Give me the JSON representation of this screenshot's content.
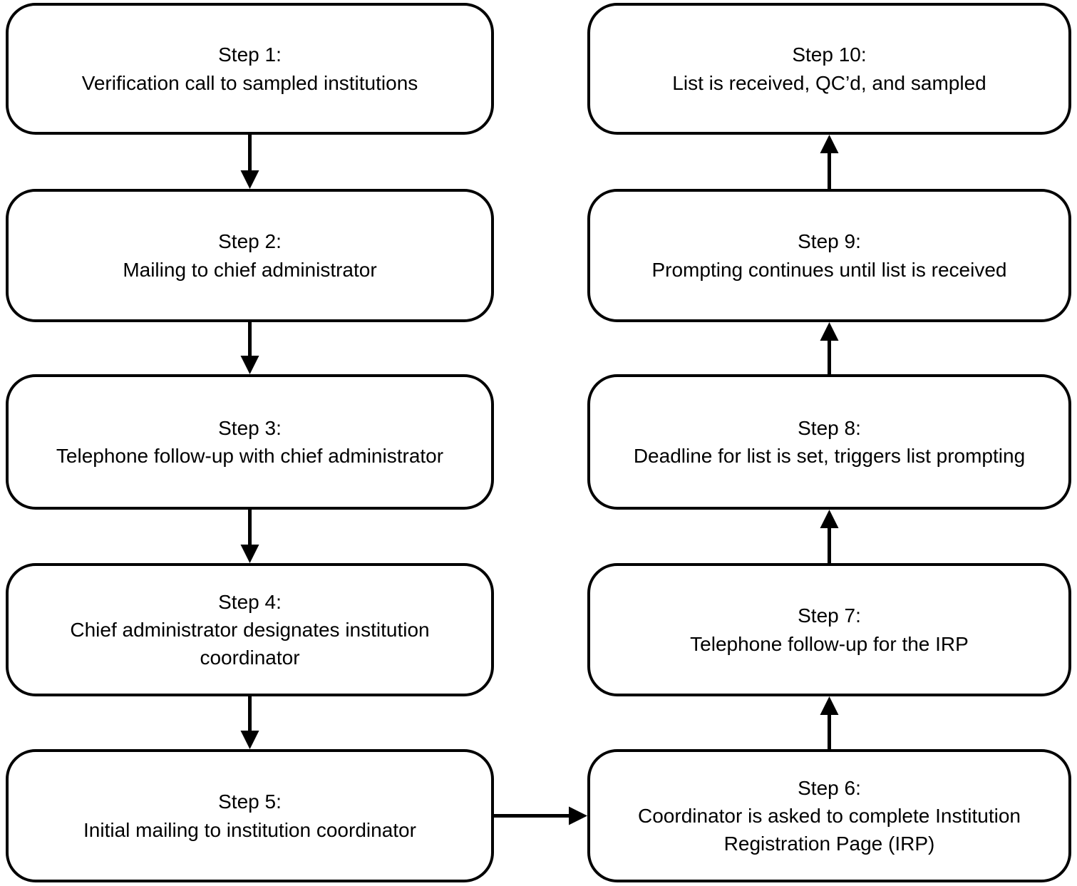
{
  "flowchart": {
    "steps": [
      {
        "id": "step-1",
        "label": "Step 1:",
        "text": "Verification call to sampled institutions"
      },
      {
        "id": "step-2",
        "label": "Step 2:",
        "text": "Mailing to chief administrator"
      },
      {
        "id": "step-3",
        "label": "Step 3:",
        "text": "Telephone follow-up with chief administrator"
      },
      {
        "id": "step-4",
        "label": "Step 4:",
        "text": "Chief administrator designates institution coordinator"
      },
      {
        "id": "step-5",
        "label": "Step 5:",
        "text": "Initial mailing to institution coordinator"
      },
      {
        "id": "step-6",
        "label": "Step 6:",
        "text": "Coordinator is asked to complete Institution Registration Page (IRP)"
      },
      {
        "id": "step-7",
        "label": "Step 7:",
        "text": "Telephone follow-up for the IRP"
      },
      {
        "id": "step-8",
        "label": "Step 8:",
        "text": "Deadline for list is set, triggers list prompting"
      },
      {
        "id": "step-9",
        "label": "Step 9:",
        "text": "Prompting continues until list is received"
      },
      {
        "id": "step-10",
        "label": "Step 10:",
        "text": "List is received, QC’d, and sampled"
      }
    ],
    "connections": [
      {
        "from": "step-1",
        "to": "step-2",
        "direction": "down"
      },
      {
        "from": "step-2",
        "to": "step-3",
        "direction": "down"
      },
      {
        "from": "step-3",
        "to": "step-4",
        "direction": "down"
      },
      {
        "from": "step-4",
        "to": "step-5",
        "direction": "down"
      },
      {
        "from": "step-5",
        "to": "step-6",
        "direction": "right"
      },
      {
        "from": "step-6",
        "to": "step-7",
        "direction": "up"
      },
      {
        "from": "step-7",
        "to": "step-8",
        "direction": "up"
      },
      {
        "from": "step-8",
        "to": "step-9",
        "direction": "up"
      },
      {
        "from": "step-9",
        "to": "step-10",
        "direction": "up"
      }
    ],
    "colors": {
      "background": "#ffffff",
      "box_fill": "#ffffff",
      "box_border": "#000000",
      "text": "#000000",
      "arrow": "#000000"
    }
  }
}
